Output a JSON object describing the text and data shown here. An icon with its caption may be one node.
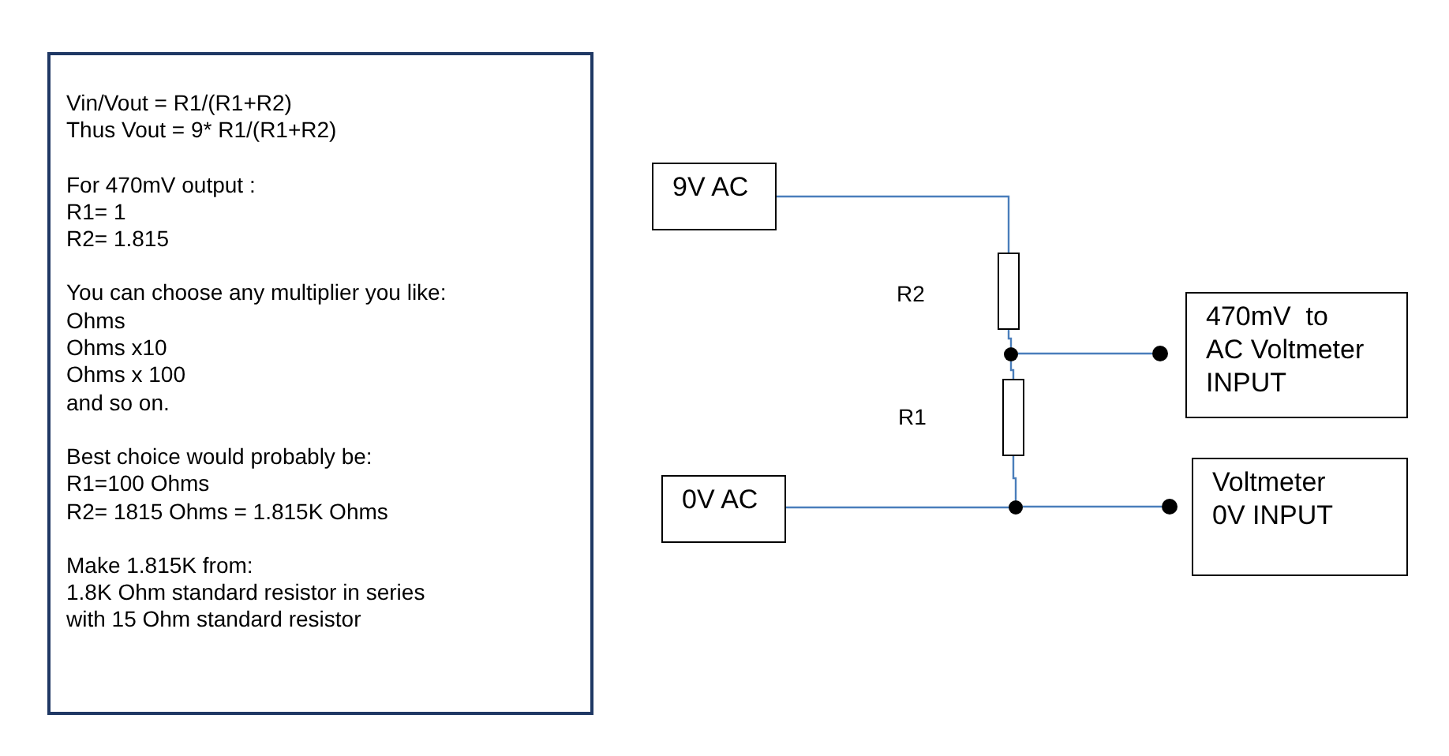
{
  "diagram": {
    "nodes": [
      {
        "text": [
          "Vin/Vout = R1/(R1+R2)",
          "Thus Vout = 9* R1/(R1+R2)",
          "For 470mV output :",
          "R1= 1",
          "R2= 1.815",
          "You can choose any multiplier you like:",
          "Ohms",
          "Ohms x10",
          "Ohms x 100",
          "and so on.",
          "Best choice would probably be:",
          "R1=100 Ohms",
          "R2= 1815 Ohms = 1.815K Ohms",
          "Make 1.815K from:",
          "1.8K Ohm standard resistor in series",
          "with 15 Ohm standard resistor"
        ]
      },
      {
        "text": [
          "9V AC"
        ]
      },
      {
        "text": [],
        "shape": "box",
        "beside": [
          "R2"
        ]
      },
      {
        "text": [],
        "shape": "circle"
      },
      {
        "text": [],
        "shape": "circle"
      },
      {
        "text": [
          "470mV  to AC Voltmeter INPUT"
        ]
      },
      {
        "text": [],
        "shape": "box",
        "beside": [
          "R1"
        ]
      },
      {
        "text": [
          "0V AC"
        ]
      },
      {
        "text": [],
        "shape": "circle"
      },
      {
        "text": [],
        "shape": "circle"
      },
      {
        "text": [
          "Voltmeter 0V INPUT"
        ]
      }
    ],
    "edges": [
      {
        "from": 1,
        "to": 2,
        "arrow": "none"
      },
      {
        "from": 2,
        "to": 3,
        "arrow": "none"
      },
      {
        "from": 3,
        "to": 4,
        "arrow": "none"
      },
      {
        "from": 3,
        "to": 6,
        "arrow": "none"
      },
      {
        "from": 6,
        "to": 8,
        "arrow": "none"
      },
      {
        "from": 7,
        "to": 8,
        "arrow": "none"
      },
      {
        "from": 8,
        "to": 9,
        "arrow": "none"
      }
    ]
  }
}
